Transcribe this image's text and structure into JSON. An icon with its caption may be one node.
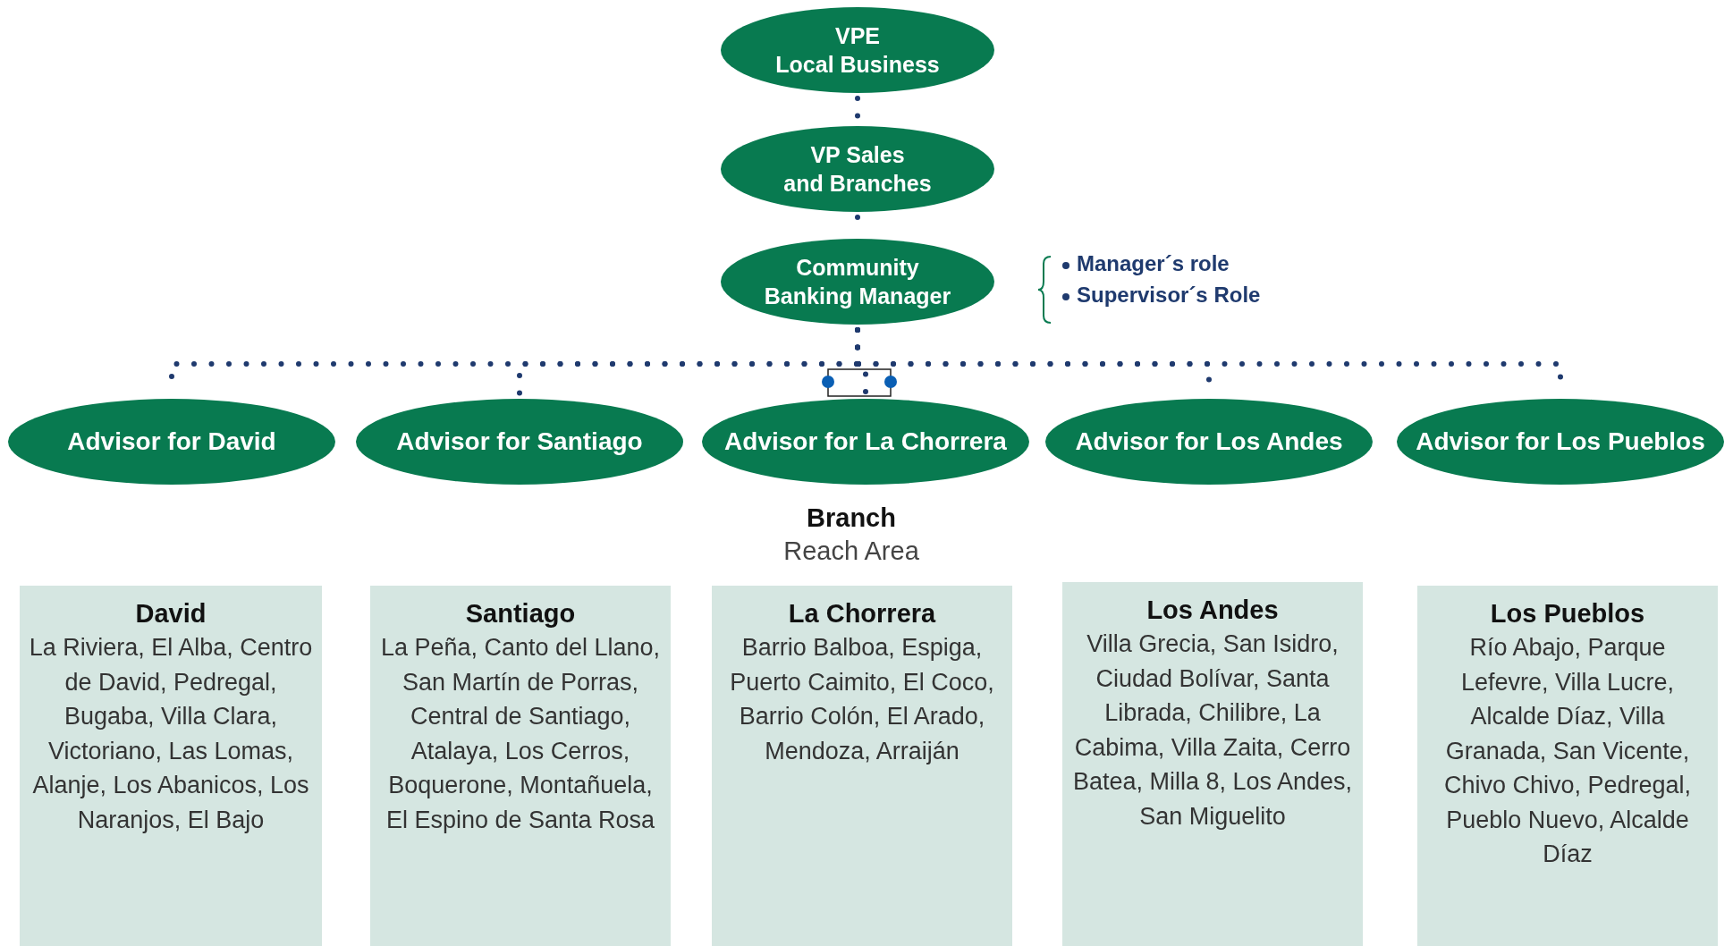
{
  "diagram": {
    "nodes": [
      {
        "text": [
          "VPE",
          "Local Business"
        ]
      },
      {
        "text": [
          "VP Sales",
          "and Branches"
        ]
      },
      {
        "text": [
          "Community",
          "Banking Manager"
        ]
      },
      {
        "text": [
          "Advisor for David"
        ]
      },
      {
        "text": [
          "Advisor for Santiago"
        ]
      },
      {
        "text": [
          "Advisor for La Chorrera"
        ]
      },
      {
        "text": [
          "Advisor for Los Andes"
        ]
      },
      {
        "text": [
          "Advisor for Los Pueblos"
        ]
      },
      {
        "text": [
          "David",
          "La Riviera, El Alba, Centro de David, Pedregal, Bugaba, Villa Clara, Victoriano, Las Lomas, Alanje, Los Abanicos, Los Naranjos, El Bajo"
        ]
      },
      {
        "text": [
          "Santiago",
          "La Peña, Canto del Llano, San Martín de Porras, Central de Santiago, Atalaya, Los Cerros, Boquerone, Montañuela, El Espino de Santa Rosa"
        ]
      },
      {
        "text": [
          "La Chorrera",
          "Barrio Balboa, Espiga, Puerto Caimito, El Coco, Barrio Colón, El Arado, Mendoza, Arraiján"
        ]
      },
      {
        "text": [
          "Los Andes",
          "Villa Grecia, San Isidro, Ciudad Bolívar, Santa Librada, Chilibre, La Cabima, Villa Zaita, Cerro Batea, Milla 8, Los Andes, San Miguelito"
        ]
      },
      {
        "text": [
          "Los Pueblos",
          "Río Abajo, Parque Lefevre, Villa Lucre, Alcalde Díaz, Villa Granada, San Vicente, Chivo Chivo, Pedregal, Pueblo Nuevo, Alcalde Díaz"
        ]
      }
    ],
    "edges": [
      {
        "from": 0,
        "to": 1,
        "arrow": "none"
      },
      {
        "from": 1,
        "to": 2,
        "arrow": "none"
      },
      {
        "from": 2,
        "to": 3,
        "arrow": "none"
      },
      {
        "from": 2,
        "to": 4,
        "arrow": "none"
      },
      {
        "from": 2,
        "to": 5,
        "arrow": "none"
      },
      {
        "from": 2,
        "to": 6,
        "arrow": "none"
      },
      {
        "from": 2,
        "to": 7,
        "arrow": "none"
      }
    ],
    "labels": [
      "Manager´s role",
      "Supervisor´s Role",
      "Branch",
      "Reach Area"
    ]
  }
}
